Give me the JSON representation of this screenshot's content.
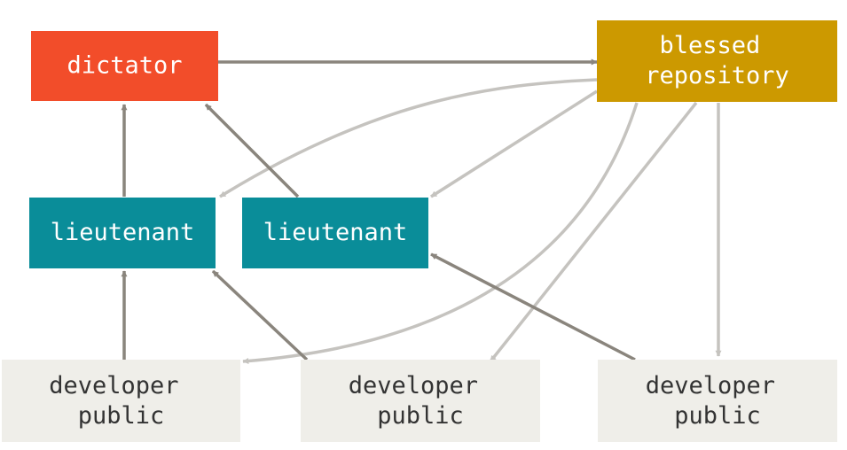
{
  "colors": {
    "dictator": "#f24d2a",
    "blessed": "#cc9900",
    "lieutenant": "#0a8d99",
    "developer": "#efeee9",
    "light_text": "#ffffff",
    "dark_text": "#333333",
    "dark_arrow": "#8a857d",
    "light_arrow": "#c5c3bf"
  },
  "nodes": {
    "dictator": {
      "lines": [
        "dictator"
      ]
    },
    "blessed": {
      "lines": [
        "blessed",
        "repository"
      ]
    },
    "lieutenant_1": {
      "lines": [
        "lieutenant"
      ]
    },
    "lieutenant_2": {
      "lines": [
        "lieutenant"
      ]
    },
    "developer_1": {
      "lines": [
        "developer",
        "public"
      ]
    },
    "developer_2": {
      "lines": [
        "developer",
        "public"
      ]
    },
    "developer_3": {
      "lines": [
        "developer",
        "public"
      ]
    }
  }
}
